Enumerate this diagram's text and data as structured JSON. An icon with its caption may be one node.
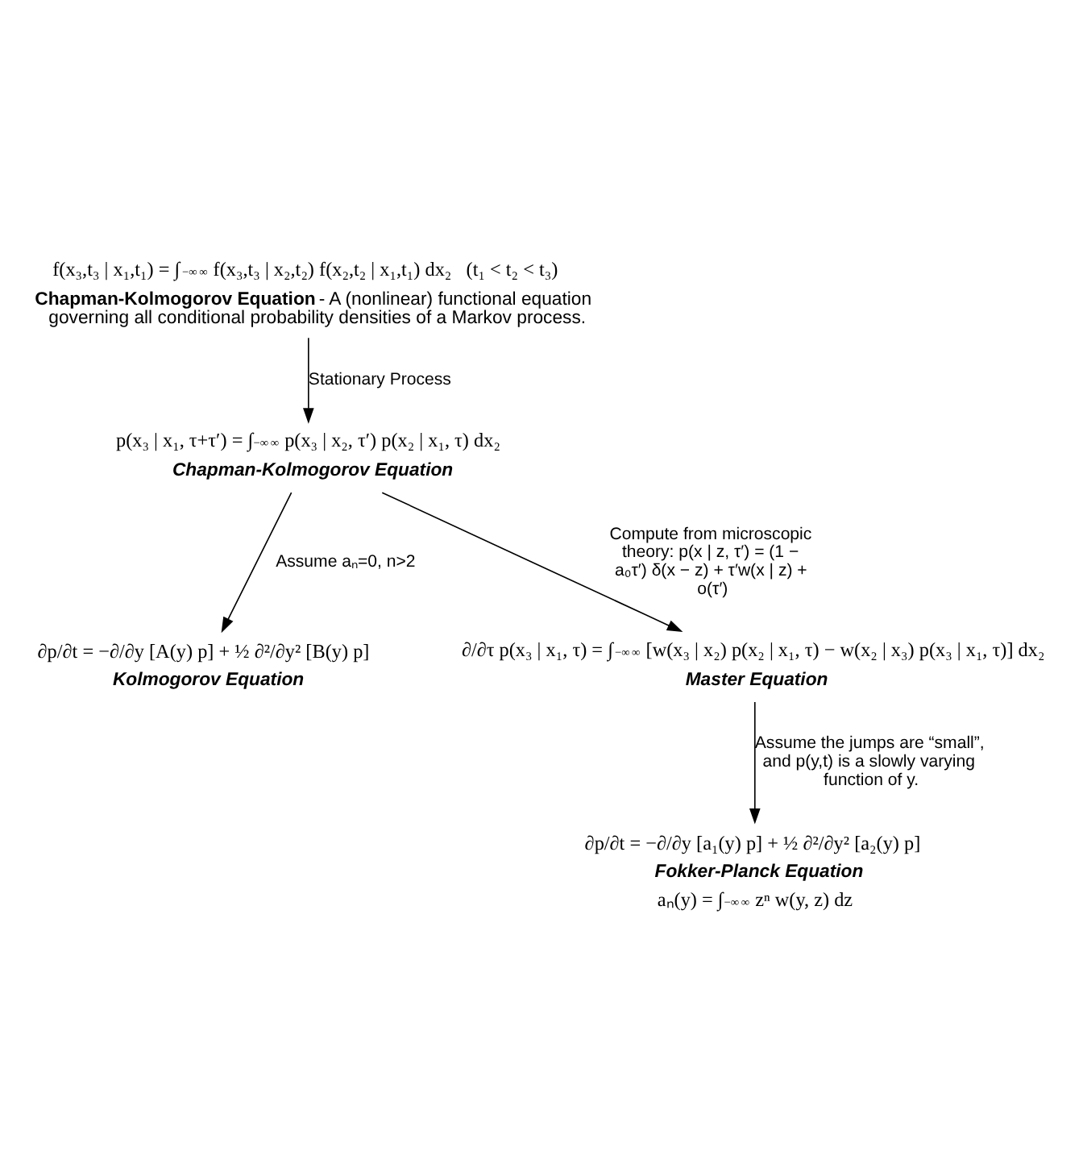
{
  "diagram": {
    "nodes": [
      {
        "text": [
          "f(x₃,t₃ | x₁,t₁) = ∫$_{−∞}$$^{∞}$ f(x₃,t₃ | x₂,t₂) f(x₂,t₂ | x₁,t₁) dx₂   (t₁ < t₂ < t₃)",
          "**Chapman-Kolmogorov Equation** - A (nonlinear) functional equation governing all conditional probability densities of a Markov process."
        ]
      },
      {
        "text": [
          "p(x₃ | x₁, τ+τ′) = ∫$_{−∞}$$^{∞}$ p(x₃ | x₂, τ′) p(x₂ | x₁, τ) dx₂",
          "Chapman-Kolmogorov Equation"
        ]
      },
      {
        "text": [
          "∂p/∂t = −∂/∂y [A(y) p] + ½ ∂²/∂y² [B(y) p]",
          "Kolmogorov Equation"
        ]
      },
      {
        "text": [
          "∂/∂τ p(x₃ | x₁, τ) = ∫$_{−∞}$$^{∞}$ [w(x₃ | x₂) p(x₂ | x₁, τ) − w(x₂ | x₃) p(x₃ | x₁, τ)] dx₂",
          "Master Equation"
        ]
      },
      {
        "text": [
          "∂p/∂t = −∂/∂y [a₁(y) p] + ½ ∂²/∂y² [a₂(y) p]",
          "Fokker-Planck Equation",
          "aₙ(y) = ∫$_{−∞}$$^{∞}$ zⁿ w(y, z) dz"
        ]
      }
    ],
    "edges": [
      {
        "from": 0,
        "to": 1,
        "arrow": "to",
        "label": "Stationary Process"
      },
      {
        "from": 1,
        "to": 2,
        "arrow": "to",
        "label": "Assume aₙ=0, n>2"
      },
      {
        "from": 1,
        "to": 3,
        "arrow": "to",
        "label": "Compute from microscopic theory: p(x | z, τ′) = (1 − a₀τ′) δ(x − z) + τ′w(x | z) + o(τ′)"
      },
      {
        "from": 3,
        "to": 4,
        "arrow": "to",
        "label": "Assume the jumps are “small”, and p(y,t) is a slowly varying function of y."
      }
    ]
  }
}
